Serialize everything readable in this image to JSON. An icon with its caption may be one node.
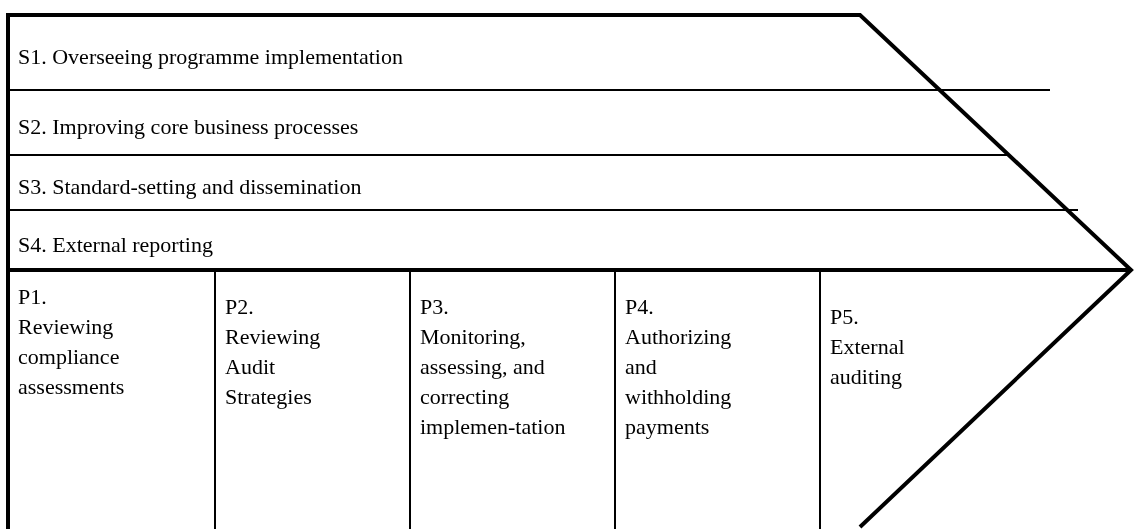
{
  "diagram": {
    "nodes": [
      {
        "text": [
          "S1. Overseeing programme implementation"
        ]
      },
      {
        "text": [
          "S2. Improving core business processes"
        ]
      },
      {
        "text": [
          "S3. Standard-setting and dissemination"
        ]
      },
      {
        "text": [
          "S4. External reporting"
        ]
      },
      {
        "text": [
          "P1.",
          "Reviewing compliance assessments"
        ]
      },
      {
        "text": [
          "P2.",
          "Reviewing Audit Strategies"
        ]
      },
      {
        "text": [
          "P3.",
          "Monitoring, assessing, and correcting implemen-tation"
        ]
      },
      {
        "text": [
          "P4.",
          "Authorizing and withholding payments"
        ]
      },
      {
        "text": [
          "P5.",
          "External auditing"
        ]
      }
    ]
  }
}
